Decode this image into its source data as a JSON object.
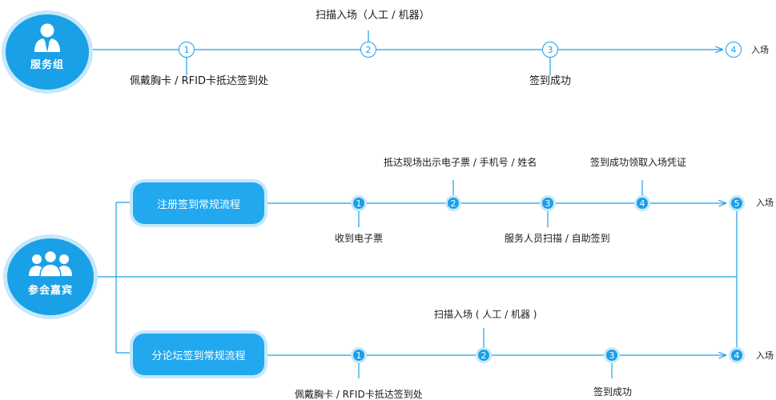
{
  "service_group": {
    "role": "服务组",
    "steps": [
      {
        "num": "1",
        "label": "佩戴胸卡 / RFID卡抵达签到处"
      },
      {
        "num": "2",
        "label": "扫描入场（人工 / 机器）"
      },
      {
        "num": "3",
        "label": "签到成功"
      },
      {
        "num": "4",
        "label": "入场"
      }
    ]
  },
  "guests": {
    "role": "参会嘉宾",
    "registration": {
      "title": "注册签到常规流程",
      "steps": [
        {
          "num": "1",
          "label": "收到电子票"
        },
        {
          "num": "2",
          "label": "抵达现场出示电子票 / 手机号 / 姓名"
        },
        {
          "num": "3",
          "label": "服务人员扫描 / 自助签到"
        },
        {
          "num": "4",
          "label": "签到成功领取入场凭证"
        },
        {
          "num": "5",
          "label": "入场"
        }
      ]
    },
    "forum": {
      "title": "分论坛签到常规流程",
      "steps": [
        {
          "num": "1",
          "label": "佩戴胸卡 / RFID卡抵达签到处"
        },
        {
          "num": "2",
          "label": "扫描入场 ( 人工 / 机器 )"
        },
        {
          "num": "3",
          "label": "签到成功"
        },
        {
          "num": "4",
          "label": "入场"
        }
      ]
    }
  },
  "colors": {
    "accent": "#1aa0e6",
    "accent_light": "#c6e8fa",
    "line": "#1aa0e6"
  }
}
